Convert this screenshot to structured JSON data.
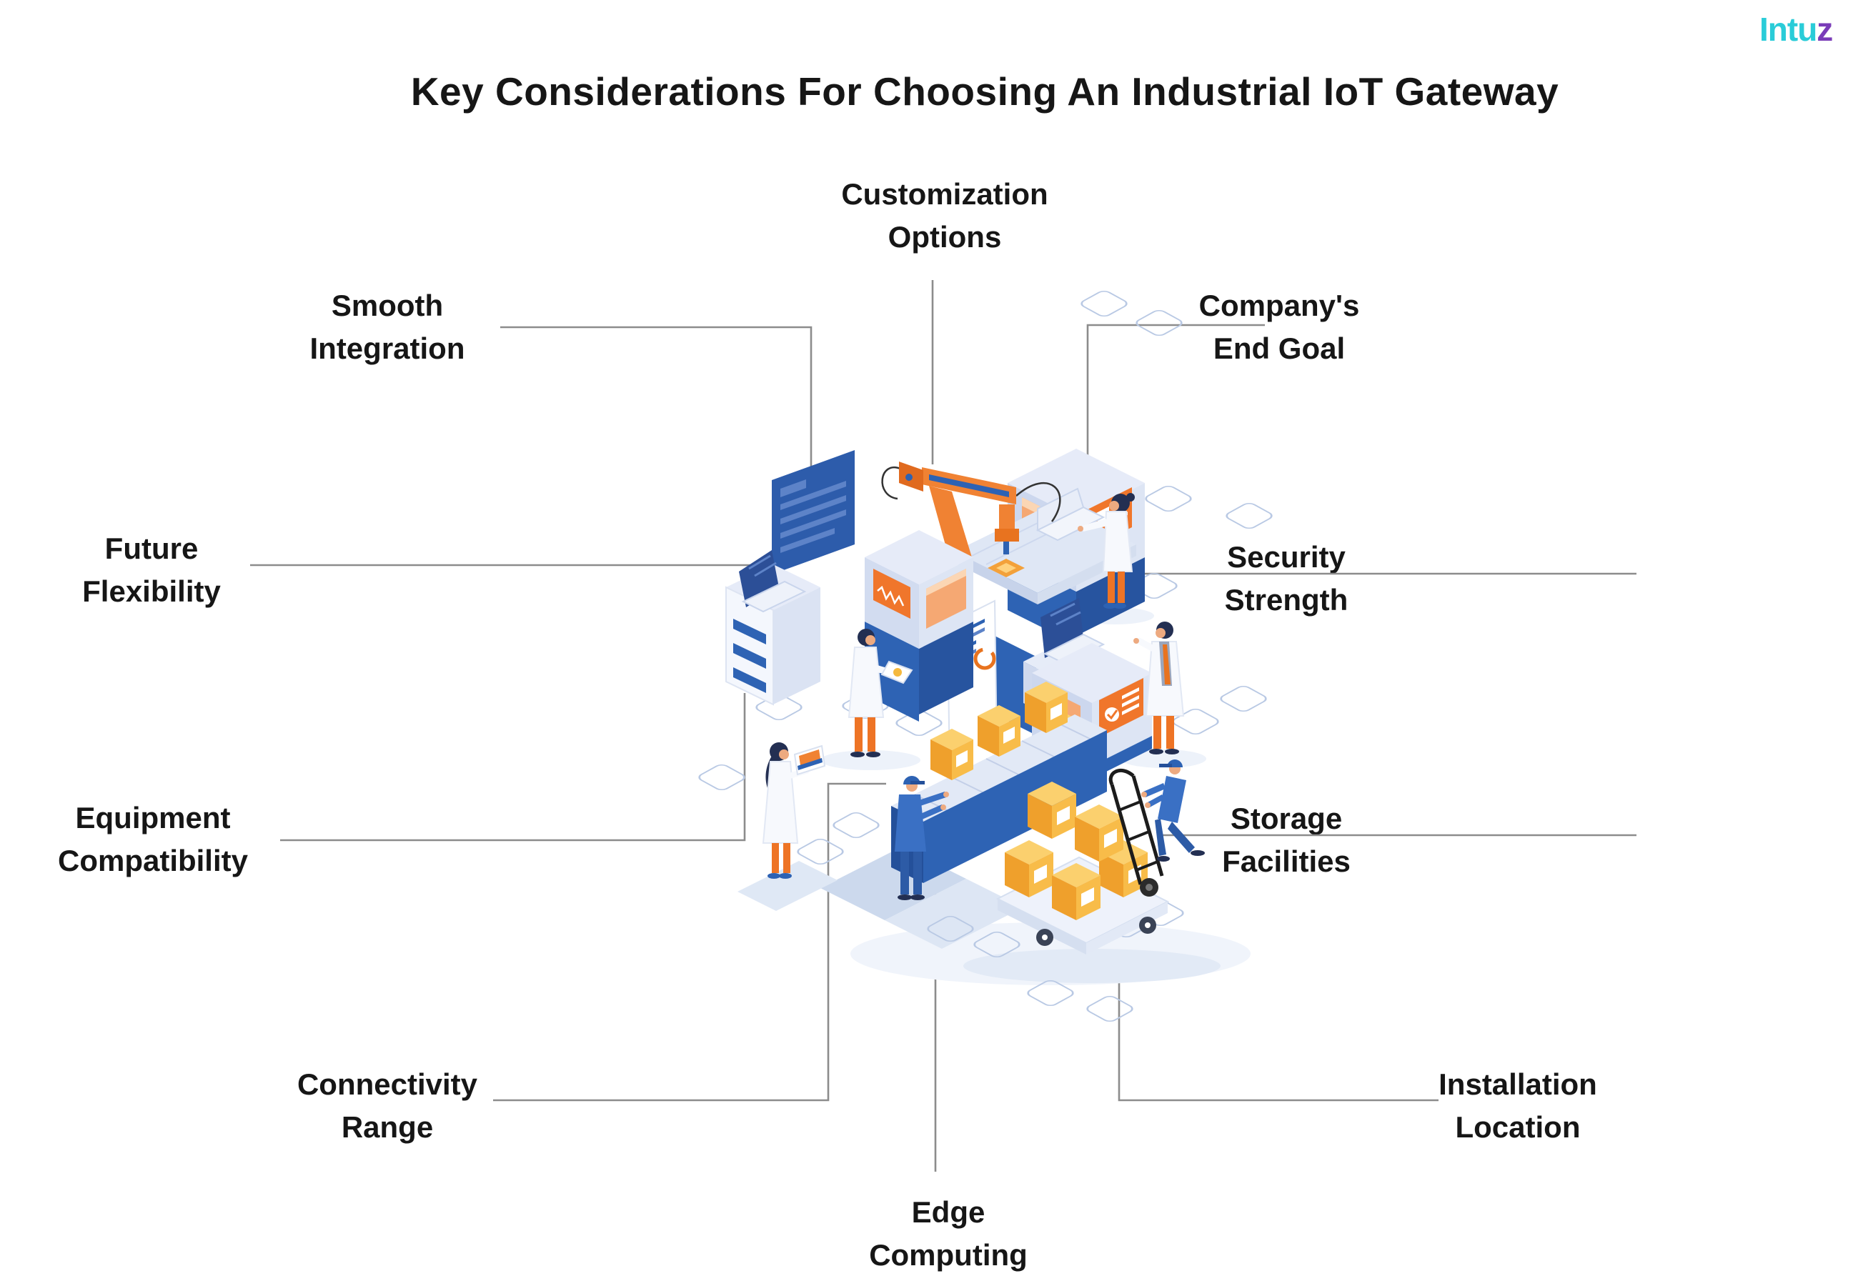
{
  "title": "Key Considerations For Choosing An Industrial IoT Gateway",
  "logo": {
    "main": "Intu",
    "accent": "z"
  },
  "labels": {
    "customization": {
      "line1": "Customization",
      "line2": "Options"
    },
    "smooth": {
      "line1": "Smooth",
      "line2": "Integration"
    },
    "company": {
      "line1": "Company's",
      "line2": "End Goal"
    },
    "future": {
      "line1": "Future",
      "line2": "Flexibility"
    },
    "security": {
      "line1": "Security",
      "line2": "Strength"
    },
    "equipment": {
      "line1": "Equipment",
      "line2": "Compatibility"
    },
    "storage": {
      "line1": "Storage",
      "line2": "Facilities"
    },
    "connectivity": {
      "line1": "Connectivity",
      "line2": "Range"
    },
    "installation": {
      "line1": "Installation",
      "line2": "Location"
    },
    "edge": {
      "line1": "Edge",
      "line2": "Computing"
    }
  },
  "colors": {
    "text_dark": "#161616",
    "connector_gray": "#8C8C8C",
    "accent_orange": "#F0762B",
    "royal_blue": "#2D62B3",
    "machine_light": "#E3E9F7",
    "box_yellow": "#F5A93C",
    "logo_cyan": "#2ACCD8",
    "logo_purple": "#7A3CB8"
  }
}
